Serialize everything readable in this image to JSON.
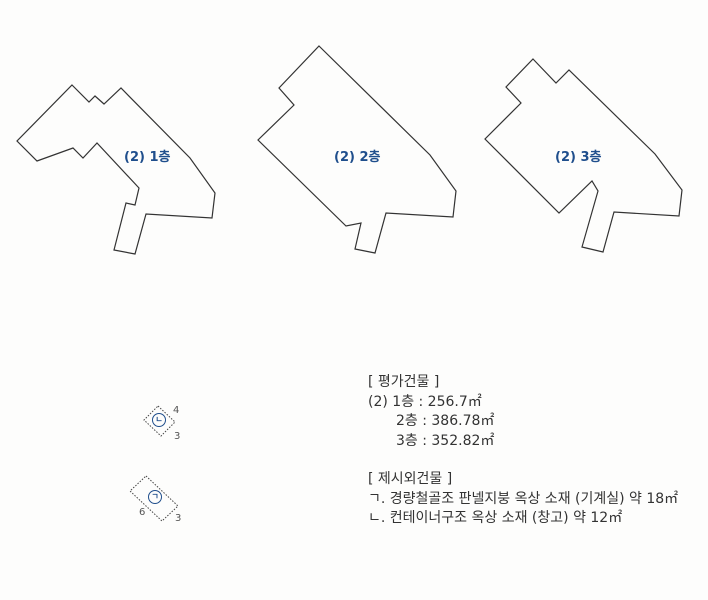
{
  "floors": [
    {
      "label": "(2) 1층",
      "name": "floor-1"
    },
    {
      "label": "(2) 2층",
      "name": "floor-2"
    },
    {
      "label": "(2) 3층",
      "name": "floor-3"
    }
  ],
  "legend": {
    "evaluated_title": "[ 평가건물 ]",
    "evaluated_items": [
      "(2) 1층 : 256.7㎡",
      "2층 : 386.78㎡",
      "3층 : 352.82㎡"
    ],
    "excluded_title": "[ 제시외건물 ]",
    "excluded_items": [
      "ㄱ. 경량철골조 판넬지붕 옥상 소재 (기계실) 약 18㎡",
      "ㄴ. 컨테이너구조 옥상 소재 (창고) 약 12㎡"
    ]
  },
  "annex": {
    "nieun": {
      "symbol": "ㄴ",
      "dim_top": "4",
      "dim_bottom": "3"
    },
    "giyeok": {
      "symbol": "ㄱ",
      "dim_left": "6",
      "dim_bottom": "3"
    }
  },
  "colors": {
    "outline": "#333333",
    "label": "#1f4e8c",
    "text": "#333333"
  }
}
